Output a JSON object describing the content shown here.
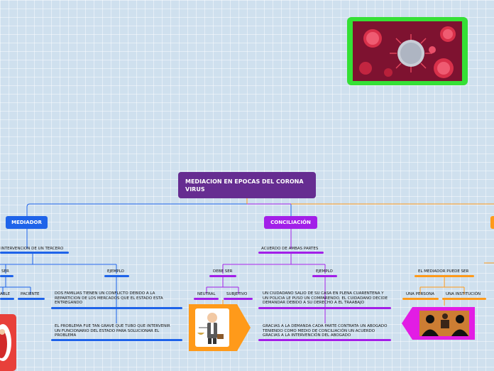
{
  "central": {
    "title": "MEDIACION EN EPOCAS DEL CORONA VIRUS"
  },
  "branches": {
    "mediador": {
      "label": "MEDIADOR",
      "color": "#1e63e9",
      "intervencion": "INTERVENCION DE UN TERCERO",
      "ser": "SER",
      "ejemplo": "EJEMPLO",
      "able": "ABLE",
      "paciente": "PACIENTE",
      "ejemplo_text_1": "DOS FAMILIAS TIENEN UN CONFLICTO DEBIDO A LA REPARTICION DE LOS MERCADOS QUE EL ESTADO ESTA ENTREGANDO",
      "ejemplo_text_2": "EL PROBLEMA FUE TAN GRAVE QUE TUBO QUE INTERVENIR UN FUNCIONARIO DEL ESTADO PARA SOLUCIONAR EL PROBLEMA"
    },
    "conciliacion": {
      "label": "CONCILIACIÓN",
      "color": "#a21fe8",
      "acuerdo": "ACUERDO DE AMBAS PARTES",
      "debe_ser": "DEBE SER",
      "ejemplo": "EJEMPLO",
      "neutral": "NEUTRAL",
      "subjetivo": "SUBJETIVO",
      "ejemplo_text_1": "UN CIUDADANO SALIO DE SU CASA EN PLENA CUARENTENA Y UN POLICIA LE PUSO UN COMPARENDO, EL CUIDADANO DECIDE DEMANDAR DEBIDO A SU DERECHO A EL TRAABAJO",
      "ejemplo_text_2": "GRACIAS A LA DEMANDA CADA PARTE CONTRATA UN ABOGADO TENIENDO COMO MEDIO DE CONCILIACIÓN UN ACUERDO GRACIAS A LA INTERVENCIÓN DEL ABOGADO"
    },
    "third": {
      "color": "#ff9a1a",
      "puede_ser": "EL MEDIADOR PUEDE SER",
      "una_persona": "UNA PERSONA",
      "una_institucion": "UNA INSTITUCIÓN"
    }
  },
  "images": {
    "virus": "coronavirus-image",
    "judge": "judge-scales-image",
    "meeting": "mediation-meeting-image",
    "red_card": "red-figure-image"
  }
}
